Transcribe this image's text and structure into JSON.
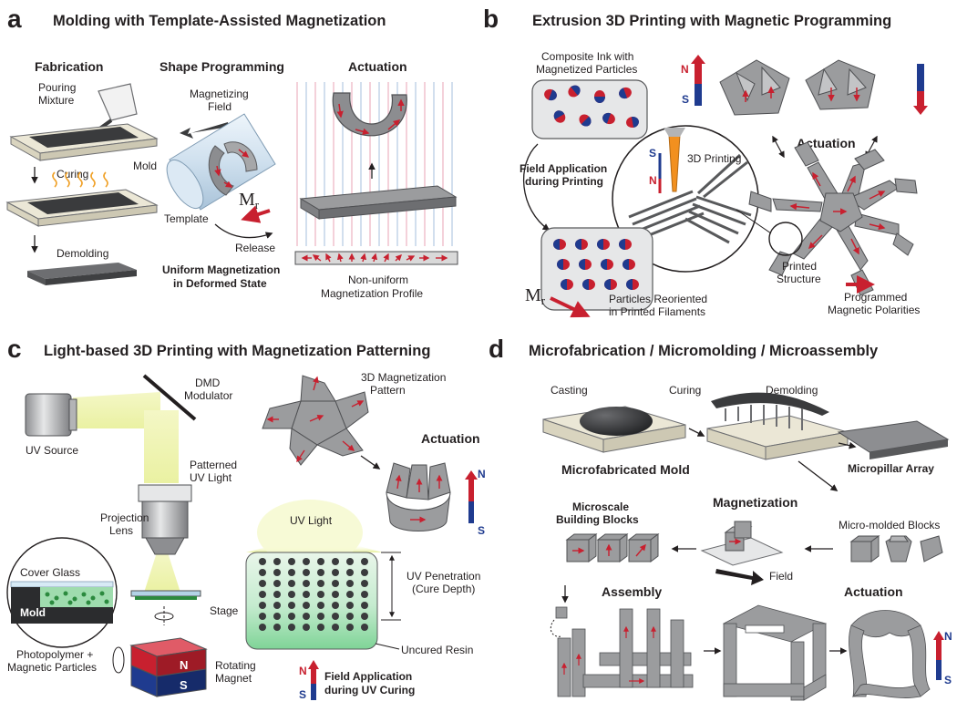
{
  "panels": {
    "a": {
      "letter": "a",
      "title": "Molding with Template-Assisted Magnetization",
      "fabrication": "Fabrication",
      "shape_programming": "Shape Programming",
      "actuation": "Actuation",
      "pouring_1": "Pouring",
      "pouring_2": "Mixture",
      "mold": "Mold",
      "curing": "Curing",
      "demolding": "Demolding",
      "magnetizing_1": "Magnetizing",
      "magnetizing_2": "Field",
      "mr_symbol": "M",
      "mr_sub": "r",
      "template": "Template",
      "release": "Release",
      "uniform_1": "Uniform Magnetization",
      "uniform_2": "in Deformed State",
      "nonuniform_1": "Non-uniform",
      "nonuniform_2": "Magnetization Profile"
    },
    "b": {
      "letter": "b",
      "title": "Extrusion 3D Printing with Magnetic Programming",
      "ink_1": "Composite Ink with",
      "ink_2": "Magnetized Particles",
      "n": "N",
      "s": "S",
      "field_app_1": "Field Application",
      "field_app_2": "during Printing",
      "printing_3d": "3D Printing",
      "actuation": "Actuation",
      "mr_symbol": "M",
      "mr_sub": "r",
      "reoriented_1": "Particles Reoriented",
      "reoriented_2": "in Printed Filaments",
      "printed_1": "Printed",
      "printed_2": "Structure",
      "programmed_1": "Programmed",
      "programmed_2": "Magnetic Polarities"
    },
    "c": {
      "letter": "c",
      "title": "Light-based 3D Printing with Magnetization Patterning",
      "dmd_1": "DMD",
      "dmd_2": "Modulator",
      "pattern_1": "3D Magnetization",
      "pattern_2": "Pattern",
      "uv_source": "UV Source",
      "patterned_1": "Patterned",
      "patterned_2": "UV Light",
      "actuation": "Actuation",
      "projection_1": "Projection",
      "projection_2": "Lens",
      "uv_light": "UV Light",
      "cover_glass": "Cover Glass",
      "mold": "Mold",
      "stage": "Stage",
      "penetration_1": "UV Penetration",
      "penetration_2": "(Cure Depth)",
      "photopolymer_1": "Photopolymer +",
      "photopolymer_2": "Magnetic Particles",
      "rotating_1": "Rotating",
      "rotating_2": "Magnet",
      "uncured": "Uncured Resin",
      "field_app_1": "Field Application",
      "field_app_2": "during UV Curing",
      "n": "N",
      "s": "S"
    },
    "d": {
      "letter": "d",
      "title": "Microfabrication / Micromolding / Microassembly",
      "casting": "Casting",
      "curing": "Curing",
      "demolding": "Demolding",
      "microfab_mold": "Microfabricated Mold",
      "micropillar": "Micropillar Array",
      "building_1": "Microscale",
      "building_2": "Building Blocks",
      "magnetization": "Magnetization",
      "micro_molded": "Micro-molded Blocks",
      "field": "Field",
      "assembly": "Assembly",
      "actuation": "Actuation",
      "n": "N",
      "s": "S"
    }
  },
  "colors": {
    "magnet_red": "#c8202f",
    "magnet_blue": "#1f3b8f",
    "gray_body": "#9b9c9e",
    "uv_yellow": "#f2f5b8",
    "field_green": "#6fcf8a"
  }
}
